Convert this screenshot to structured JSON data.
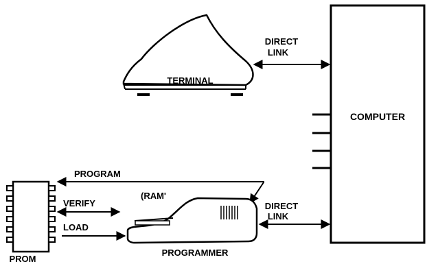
{
  "labels": {
    "terminal": "TERMINAL",
    "computer": "COMPUTER",
    "prom": "PROM",
    "programmer": "PROGRAMMER",
    "direct_link_top_1": "DIRECT",
    "direct_link_top_2": "LINK",
    "direct_link_bottom_1": "DIRECT",
    "direct_link_bottom_2": "LINK",
    "program": "PROGRAM",
    "verify": "VERIFY",
    "load": "LOAD",
    "ram": "(RAM'"
  }
}
